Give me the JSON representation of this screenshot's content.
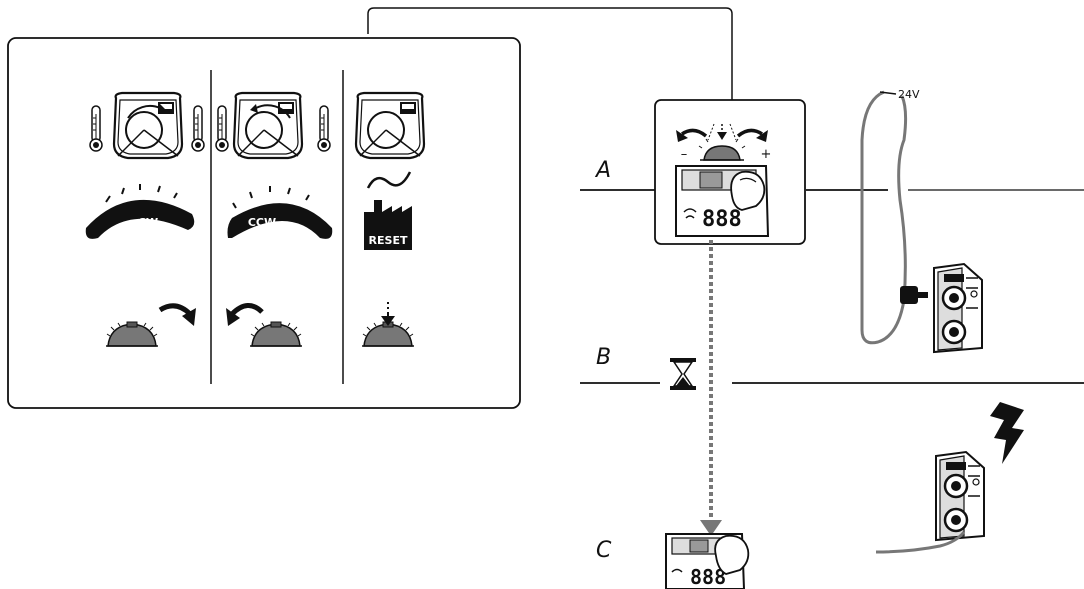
{
  "panel": {
    "badge_cw": "CW",
    "badge_ccw": "CCW",
    "badge_reset": "RESET"
  },
  "steps": {
    "a": "A",
    "b": "B",
    "c": "C"
  },
  "controller": {
    "minus": "–",
    "plus": "+",
    "display": "888"
  },
  "power": {
    "voltage": "24V"
  },
  "icons": [
    "thermometer-icon",
    "controller-icon",
    "knob-icon",
    "rotate-cw-icon",
    "rotate-ccw-icon",
    "press-arrow-icon",
    "factory-icon",
    "hourglass-icon",
    "lightning-icon",
    "actuator-icon",
    "finger-icon",
    "lcd-display-icon"
  ]
}
